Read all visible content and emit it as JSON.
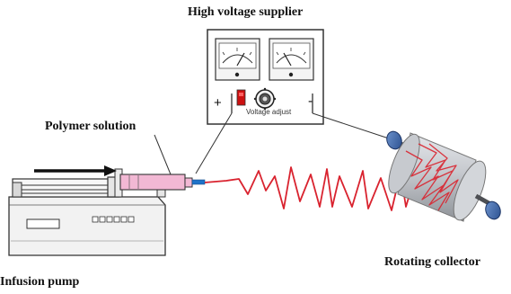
{
  "labels": {
    "high_voltage": "High voltage supplier",
    "polymer": "Polymer solution",
    "pump": "Infusion pump",
    "collector": "Rotating collector",
    "voltage_adjust": "Voltage adjust",
    "plus": "+",
    "minus": "-"
  },
  "colors": {
    "jet": "#d9232f",
    "syringe": "#f2b8d4",
    "needle": "#1f73c9",
    "collector_body": "#b8bcc2",
    "collector_cap": "#3d6fb8",
    "device_frame": "#333333",
    "indicator": "#cc1111"
  },
  "icons": [
    "meter-icon",
    "arrow-right-icon",
    "knob-icon",
    "indicator-light-icon"
  ]
}
